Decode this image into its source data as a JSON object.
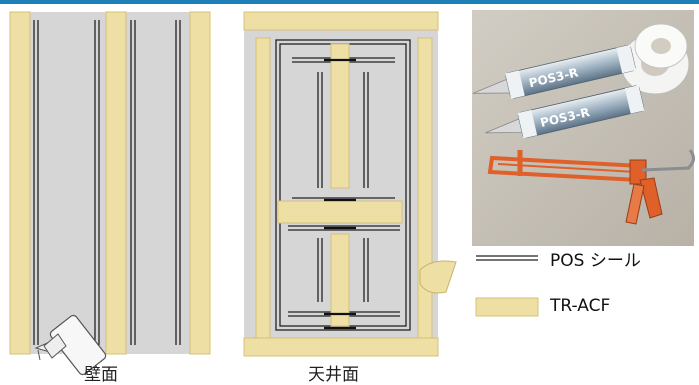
{
  "captions": {
    "wall": "壁面",
    "ceiling": "天井面"
  },
  "legend": {
    "sealant": "POS シール",
    "tape": "TR-ACF"
  },
  "photo": {
    "tube_label_1": "POS3-R",
    "tube_label_2": "POS3-R"
  },
  "colors": {
    "top_bar": "#1f7fb8",
    "panel_gray": "#d6d6d6",
    "tape_fill": "#eedfa5",
    "tape_border": "#d4c07a",
    "seal_line": "#222222",
    "gun_orange": "#e0602a"
  }
}
